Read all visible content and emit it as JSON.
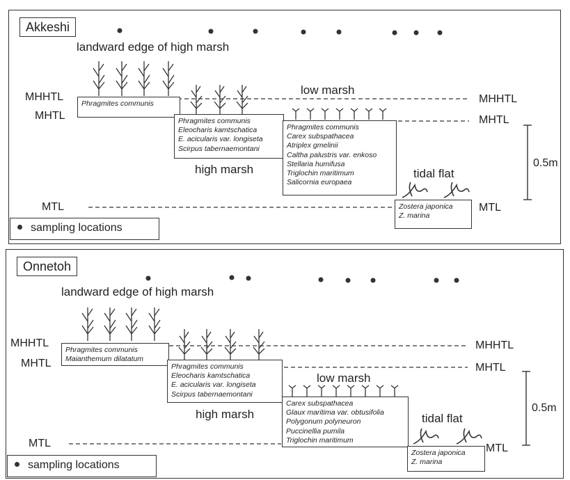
{
  "legend": {
    "label": "sampling locations"
  },
  "panels": [
    {
      "site": "Akkeshi",
      "landward_label": "landward edge of high marsh",
      "low_marsh_label": "low marsh",
      "high_marsh_label": "high marsh",
      "tidal_flat_label": "tidal flat",
      "levels": {
        "mhhtl": "MHHTL",
        "mhtl": "MHTL",
        "mtl": "MTL"
      },
      "scale_label": "0.5m",
      "zone1": [
        "Phragmites communis"
      ],
      "zone2": [
        "Phragmites communis",
        "Eleocharis kamtschatica",
        "E. acicularis var. longiseta",
        "Scirpus tabernaemontani"
      ],
      "zone3": [
        "Phragmites communis",
        "Carex subspathacea",
        "Atriplex gmelinii",
        "Caltha palustris var. enkoso",
        "Stellaria humifusa",
        "Triglochin maritimum",
        "Salicornia europaea"
      ],
      "zone4": [
        "Zostera japonica",
        "Z. marina"
      ]
    },
    {
      "site": "Onnetoh",
      "landward_label": "landward edge of high marsh",
      "low_marsh_label": "low marsh",
      "high_marsh_label": "high marsh",
      "tidal_flat_label": "tidal flat",
      "levels": {
        "mhhtl": "MHHTL",
        "mhtl": "MHTL",
        "mtl": "MTL"
      },
      "scale_label": "0.5m",
      "zone1": [
        "Phragmites communis",
        "Maianthemum dilatatum"
      ],
      "zone2": [
        "Phragmites communis",
        "Eleocharis kamtschatica",
        "E. acicularis var. longiseta",
        "Scirpus tabernaemontani"
      ],
      "zone3": [
        "Carex subspathacea",
        "Glaux maritima var. obtusifolia",
        "Polygonum polyneuron",
        "Puccinellia pumila",
        "Triglochin maritimum"
      ],
      "zone4": [
        "Zostera japonica",
        "Z. marina"
      ]
    }
  ],
  "icons": {
    "reed": "reed-plant-icon",
    "low_plant": "low-marsh-plant-icon",
    "seagrass": "seagrass-icon",
    "dot": "sampling-dot-icon"
  }
}
